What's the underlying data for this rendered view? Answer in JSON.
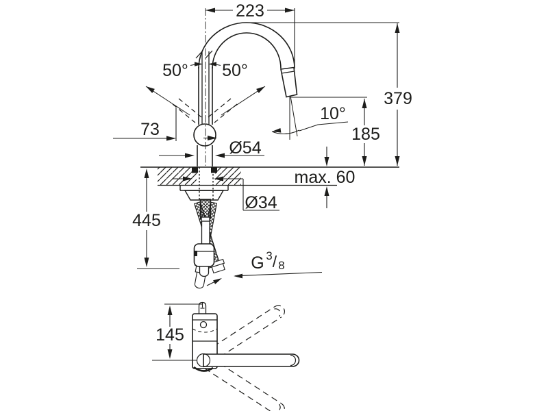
{
  "drawing": {
    "line_color": "#1d1d1b",
    "bg_color": "#ffffff",
    "side_view": {
      "spout_reach": "223",
      "total_height": "379",
      "outlet_height": "185",
      "spray_angle": "10°",
      "lever_swing_left": "50°",
      "lever_swing_right": "50°",
      "lever_reach": "73",
      "body_diameter": "Ø54",
      "counter_thickness": "max. 60",
      "shank_diameter": "Ø34",
      "hose_length": "445",
      "thread_letter": "G",
      "thread_numerator": "3",
      "thread_slash": "/",
      "thread_denominator": "8"
    },
    "top_view": {
      "swivel_offset": "145"
    }
  }
}
